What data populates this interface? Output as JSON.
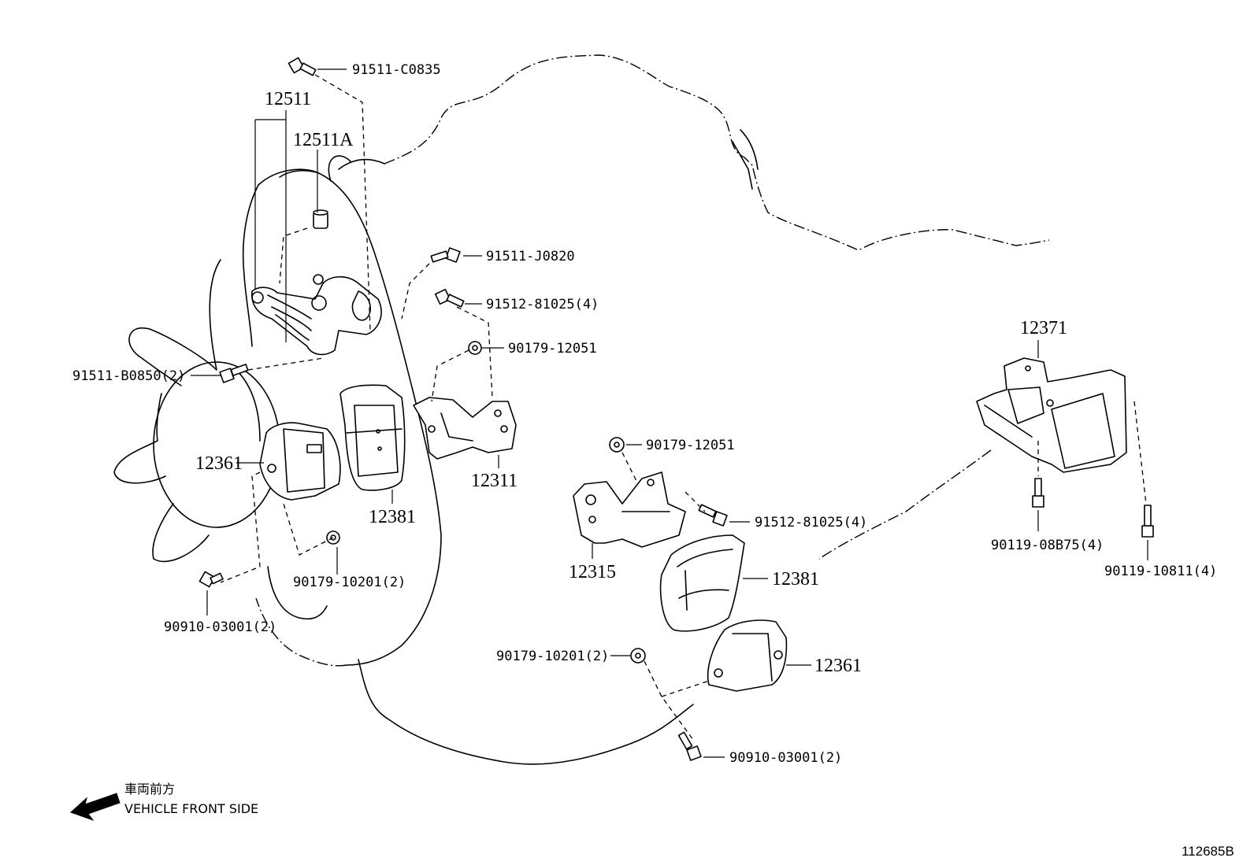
{
  "part_numbers": {
    "bolt_91511_c0835": "91511-C0835",
    "bracket_12511": "12511",
    "bracket_12511a": "12511A",
    "bolt_91511_j0820": "91511-J0820",
    "bolt_91512_81025_a": "91512-81025(4)",
    "nut_90179_12051_a": "90179-12051",
    "bolt_91511_b0850": "91511-B0850(2)",
    "insulator_12361_a": "12361",
    "bracket_12311": "12311",
    "insulator_12381_a": "12381",
    "nut_90179_10201_a": "90179-10201(2)",
    "bolt_90910_03001_a": "90910-03001(2)",
    "nut_90179_12051_b": "90179-12051",
    "bolt_91512_81025_b": "91512-81025(4)",
    "bracket_12315": "12315",
    "insulator_12381_b": "12381",
    "insulator_12361_b": "12361",
    "nut_90179_10201_b": "90179-10201(2)",
    "bolt_90910_03001_b": "90910-03001(2)",
    "mount_12371": "12371",
    "bolt_90119_08b75": "90119-08B75(4)",
    "bolt_90119_10811": "90119-10811(4)"
  },
  "orientation": {
    "japanese": "車両前方",
    "english": "VEHICLE FRONT SIDE",
    "arrow_icon": "arrow-left-icon"
  },
  "diagram_code": "112685B"
}
